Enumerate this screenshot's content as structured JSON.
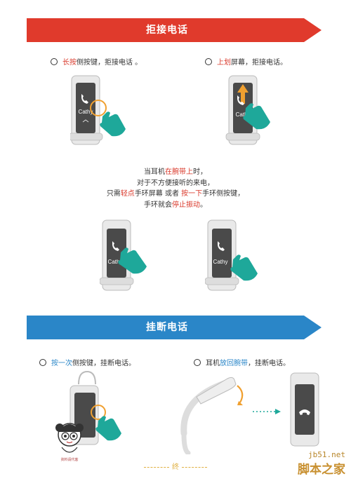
{
  "section1": {
    "title": "拒接电话",
    "color": "#e03a2c",
    "step1": {
      "highlight": "长按",
      "rest": "侧按键，拒接电话 。"
    },
    "step2": {
      "highlight": "上划",
      "rest": "屏幕，拒接电话。"
    },
    "caller": "Cathy"
  },
  "notice": {
    "line1": {
      "a": "当耳机",
      "b": "在腕带上",
      "c": "时，"
    },
    "line2": "对于不方便接听的来电，",
    "line3": {
      "a": "只需",
      "b": "轻点",
      "c": "手环屏幕 或者 ",
      "d": "按一下",
      "e": "手环侧按键，"
    },
    "line4": {
      "a": "手环就会",
      "b": "停止振动",
      "c": "。"
    },
    "caller": "Cathy"
  },
  "section2": {
    "title": "挂断电话",
    "color": "#2a86c8",
    "step1": {
      "highlight": "按一次",
      "rest": "侧按键，挂断电话。"
    },
    "step2": {
      "a": "耳机",
      "highlight": "放回腕带",
      "rest": "，挂断电话。"
    }
  },
  "footer": {
    "end": "终"
  },
  "watermark": {
    "site": "jb51.net",
    "name": "脚本之家"
  },
  "mascot": {
    "caption": "资料请代客"
  }
}
